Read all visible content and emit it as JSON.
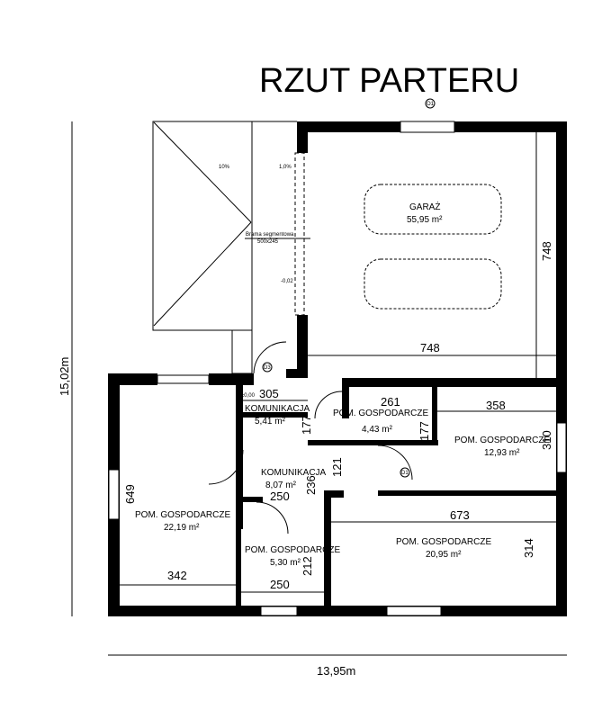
{
  "title": "RZUT PARTERU",
  "rooms": [
    {
      "name": "GARAŻ",
      "area": "55,95 m²"
    },
    {
      "name": "KOMUNIKACJA",
      "area": "5,41 m²"
    },
    {
      "name": "POM. GOSPODARCZE",
      "area": "4,43 m²"
    },
    {
      "name": "POM. GOSPODARCZE",
      "area": "12,93 m²"
    },
    {
      "name": "KOMUNIKACJA",
      "area": "8,07 m²"
    },
    {
      "name": "POM. GOSPODARCZE",
      "area": "22,19 m²"
    },
    {
      "name": "POM. GOSPODARCZE",
      "area": "5,30 m²"
    },
    {
      "name": "POM. GOSPODARCZE",
      "area": "20,95 m²"
    }
  ],
  "dimensions": {
    "garage_width": "748",
    "garage_height": "748",
    "d305": "305",
    "d261": "261",
    "d358": "358",
    "d310": "310",
    "d177a": "177",
    "d177b": "177",
    "d121": "121",
    "d250a": "250",
    "d236": "236",
    "d649": "649",
    "d342": "342",
    "d673": "673",
    "d314": "314",
    "d250b": "250",
    "d212": "212",
    "total_height": "15,02m",
    "total_width": "13,95m"
  },
  "annotations": {
    "slope_roof": "10%",
    "slope_drive": "1,0%",
    "gate_name": "Brama segmentowa",
    "gate_size": "500x245",
    "level_out": "-0,02",
    "level_in": "±0,00"
  },
  "tags": {
    "window": "O1",
    "door1": "D1",
    "door3": "D3"
  }
}
